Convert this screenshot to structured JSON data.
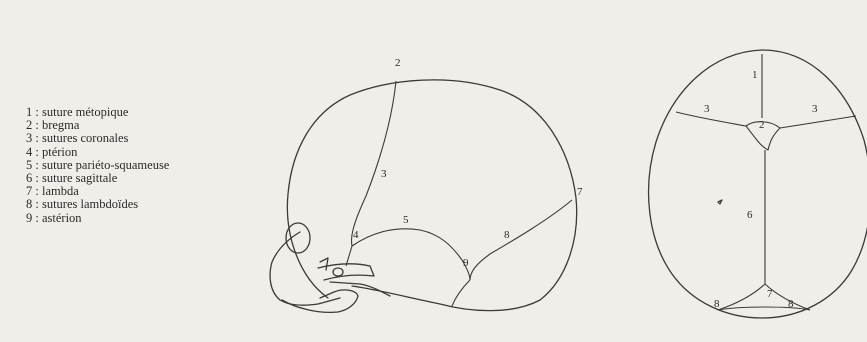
{
  "legend": [
    {
      "text": "1 : suture métopique"
    },
    {
      "text": "2 : bregma"
    },
    {
      "text": "3 : sutures coronales"
    },
    {
      "text": "4 : ptérion"
    },
    {
      "text": "5 : suture pariéto-squameuse"
    },
    {
      "text": "6 : suture sagittale"
    },
    {
      "text": "7 : lambda"
    },
    {
      "text": "8 : sutures lambdoïdes"
    },
    {
      "text": "9 : astérion"
    }
  ],
  "lateral_labels": [
    "2",
    "3",
    "4",
    "5",
    "7",
    "8",
    "9"
  ],
  "top_labels": [
    "1",
    "3",
    "3",
    "2",
    "6",
    "8",
    "7",
    "8"
  ],
  "colors": {
    "background": "#f1eee9",
    "ink": "#3a3a3a",
    "text": "#2b2b2b"
  }
}
